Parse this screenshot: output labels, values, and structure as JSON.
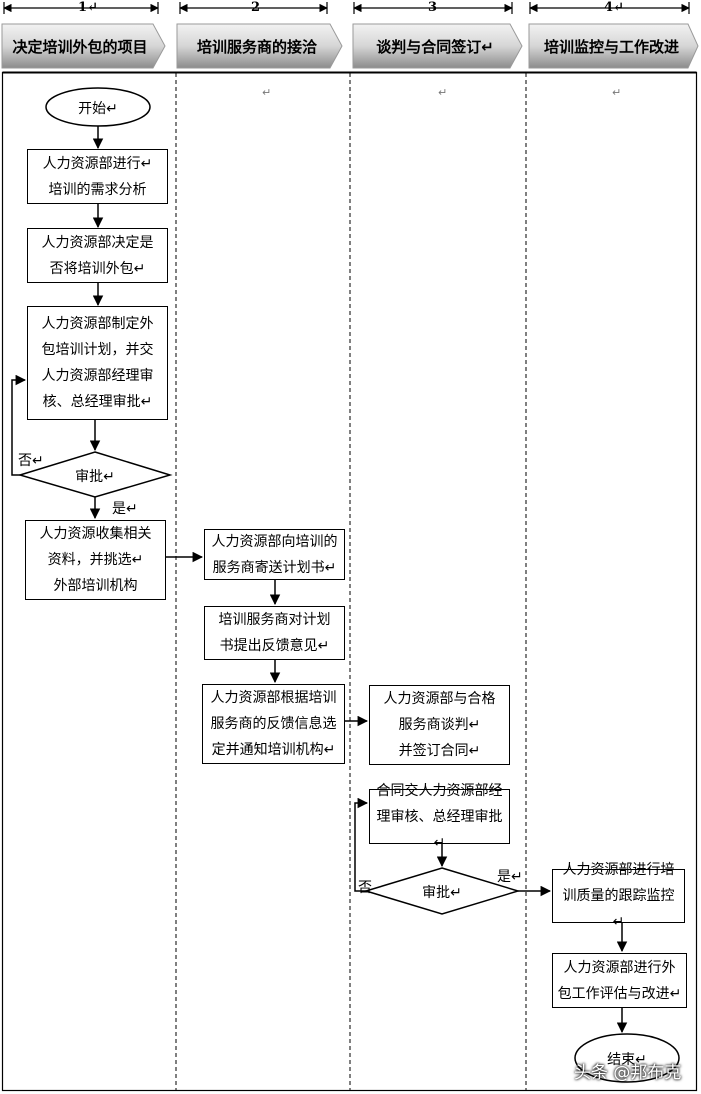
{
  "ruler": [
    "1↵",
    "2",
    "3",
    "4↵"
  ],
  "lanes": [
    "决定培训外包的项目",
    "培训服务商的接洽",
    "谈判与合同签订↵",
    "培训监控与工作改进"
  ],
  "lane_marks": [
    "↵",
    "↵",
    "↵"
  ],
  "nodes": {
    "start": "开始↵",
    "n1": [
      "人力资源部进行↵",
      "培训的需求分析"
    ],
    "n2": [
      "人力资源部决定是",
      "否将培训外包↵"
    ],
    "n3": [
      "人力资源部制定外",
      "包培训计划，并交",
      "人力资源部经理审",
      "核、总经理审批↵"
    ],
    "d1": "审批↵",
    "n4": [
      "人力资源收集相关",
      "资料，并挑选↵",
      "外部培训机构"
    ],
    "n5": [
      "人力资源部向培训的",
      "服务商寄送计划书↵"
    ],
    "n6": [
      "培训服务商对计划",
      "书提出反馈意见↵"
    ],
    "n7": [
      "人力资源部根据培训",
      "服务商的反馈信息选",
      "定并通知培训机构↵"
    ],
    "n8": [
      "人力资源部与合格",
      "服务商谈判↵",
      "并签订合同↵"
    ],
    "n9": [
      "合同交人力资源部经",
      "理审核、总经理审批↵"
    ],
    "d2": "审批↵",
    "n10": [
      "人力资源部进行培",
      "训质量的跟踪监控↵"
    ],
    "n11": [
      "人力资源部进行外",
      "包工作评估与改进↵"
    ],
    "end": "结束↵"
  },
  "edge_labels": {
    "no1": "否↵",
    "yes1": "是↵",
    "no2": "否",
    "yes2": "是↵"
  },
  "watermark": "头条 @邦布克",
  "colors": {
    "header_dark": "#7f7f7f",
    "header_light": "#ececec",
    "line": "#000000"
  }
}
